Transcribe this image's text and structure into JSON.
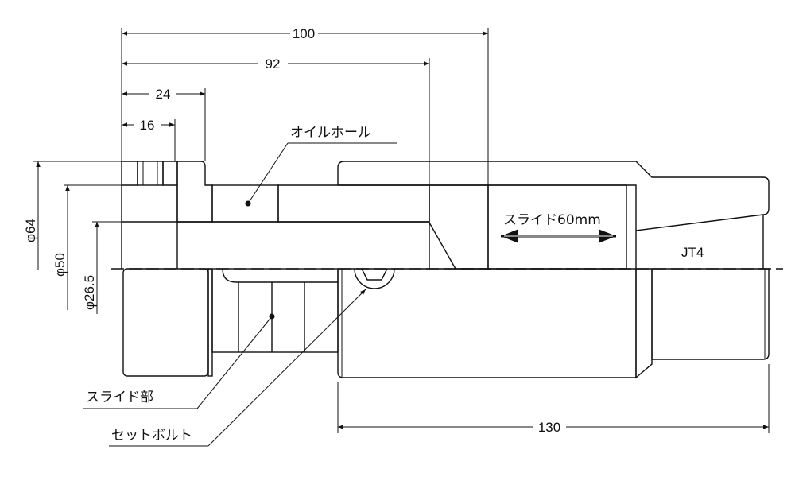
{
  "dimensions": {
    "overall_length": "100",
    "to_slide_block": "92",
    "collar_width": "24",
    "knob_width": "16",
    "taper_length": "130",
    "dia_outer": "φ64",
    "dia_middle": "φ50",
    "dia_bore": "φ26.5"
  },
  "labels": {
    "oil_hole": "オイルホール",
    "slide_travel": "スライド60mm",
    "taper": "JT4",
    "slide_part": "スライド部",
    "set_bolt": "セットボルト"
  },
  "colors": {
    "body_gray": "#b4b4b4",
    "line": "#111111"
  }
}
